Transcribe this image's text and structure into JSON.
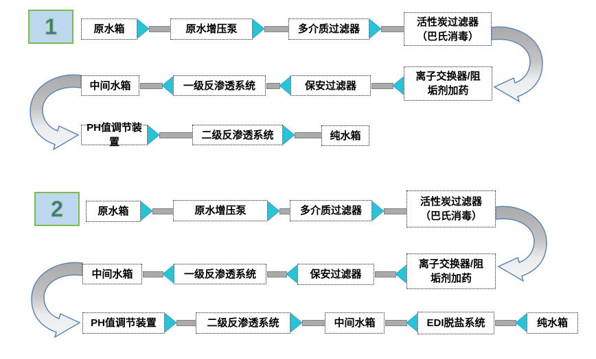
{
  "diagram": {
    "description_note": "",
    "colors": {
      "triangle_fill": "#26c4d4",
      "triangle_edge": "#3f9fd0",
      "connector_bar": "#ababab",
      "connector_bar_border": "#828282",
      "curved_arrow_stroke": "#5b87b7",
      "curved_arrow_top": "#a9a9a9",
      "curved_arrow_bottom": "#f3f4f6",
      "badge_fill": "#bdd7ee",
      "badge_border": "#7cbc4f",
      "badge_number_color": "#41719c",
      "box_border": "#1a1a1a",
      "box_text": "#000000"
    },
    "flow1": {
      "number": "1",
      "row1": {
        "n1": "原水箱",
        "n2": "原水增压泵",
        "n3": "多介质过滤器",
        "n4": "活性炭过滤器\n（巴氏消毒）"
      },
      "row2": {
        "n1": "中间水箱",
        "n2": "一级反渗透系统",
        "n3": "保安过滤器",
        "n4": "离子交换器/阻\n垢剂加药"
      },
      "row3": {
        "n1": "PH值调节装置",
        "n2": "二级反渗透系统",
        "n3": "纯水箱"
      }
    },
    "flow2": {
      "number": "2",
      "row1": {
        "n1": "原水箱",
        "n2": "原水增压泵",
        "n3": "多介质过滤器",
        "n4": "活性炭过滤器\n（巴氏消毒）"
      },
      "row2": {
        "n1": "中间水箱",
        "n2": "一级反渗透系统",
        "n3": "保安过滤器",
        "n4": "离子交换器/阻\n垢剂加药"
      },
      "row3": {
        "n1": "PH值调节装置",
        "n2": "二级反渗透系统",
        "n3": "中间水箱",
        "n4": "EDI脱盐系统",
        "n5": "纯水箱"
      }
    }
  }
}
